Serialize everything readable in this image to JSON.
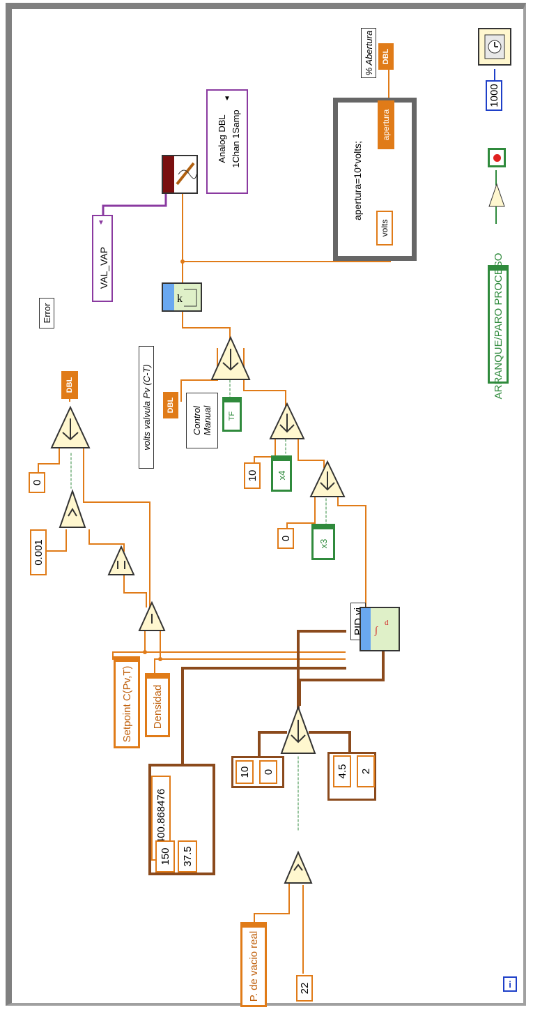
{
  "constants": {
    "zero_top": "0",
    "eps": "0.001",
    "ten_a": "10",
    "zero_b": "0",
    "ten_c": "10",
    "zero_c": "0",
    "four_five": "4.5",
    "two": "2",
    "twentytwo": "22",
    "thousand": "1000",
    "neg_val": "-400.868476",
    "one_fifty": "150",
    "thirty_seven": "37.5"
  },
  "labels": {
    "error": "Error",
    "abertura": "% Abertura",
    "volts_label": "volts valvula Pv (C-T)",
    "control_manual": "Control Manual",
    "pid_vi": "PID.vi",
    "val_vap": "VAL_VAP",
    "analog_line1": "Analog DBL",
    "analog_line2": "1Chan 1Samp",
    "formula": "apertura=10*volts;",
    "formula_in": "volts",
    "formula_out": "apertura",
    "dbl": "DBL",
    "tf": "TF",
    "x4": "x4",
    "x3": "x3"
  },
  "controls": {
    "setpoint": "Setpoint C(Pv,T)",
    "densidad": "Densidad",
    "vacuum": "P. de vacio real",
    "start_stop": "ARRANQUE/PARO PROCESO"
  },
  "colors": {
    "wire_orange": "#e07b18",
    "wire_brown": "#8b4a1c",
    "wire_green": "#2f8a3c",
    "wire_purple": "#8a3aa0",
    "wire_blue": "#1e3fc8",
    "gray_frame": "#808080"
  }
}
